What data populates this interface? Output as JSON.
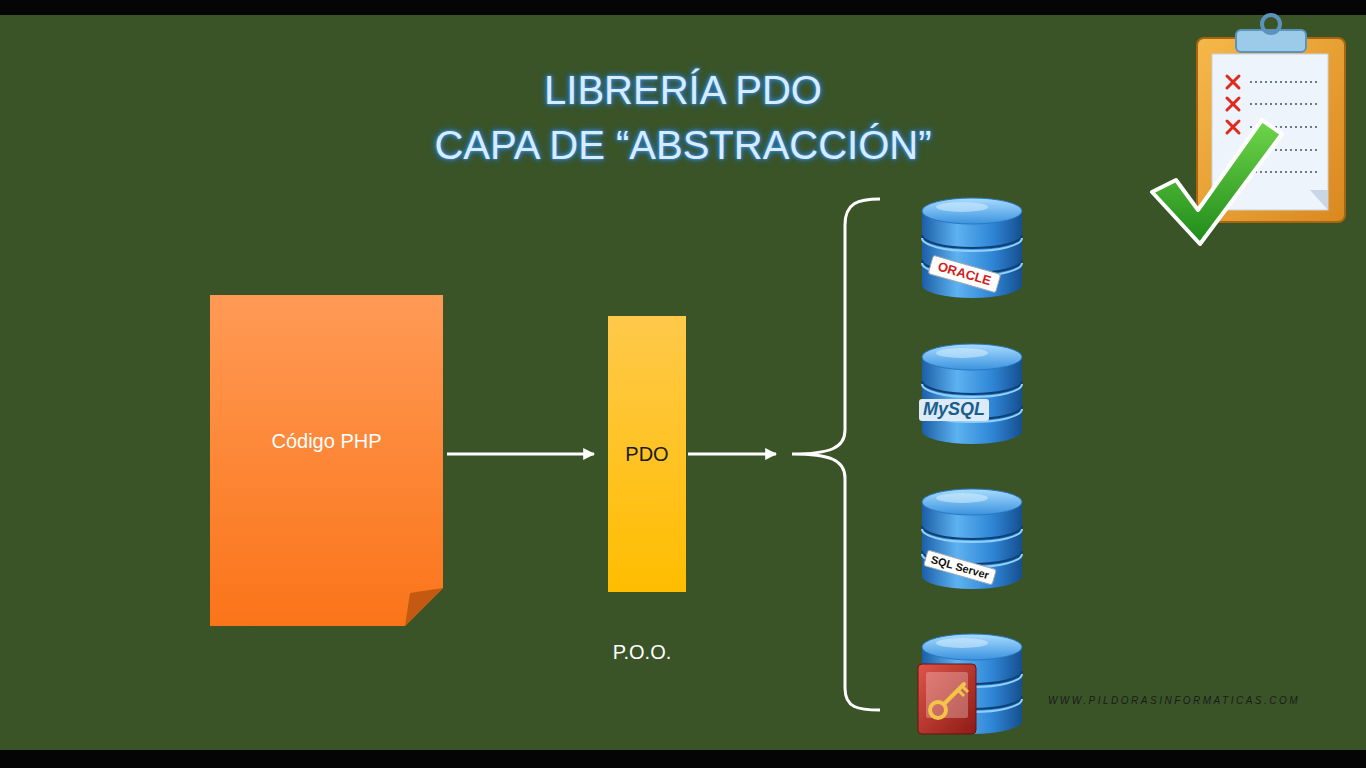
{
  "diagram": {
    "title": "LIBRERÍA PDO",
    "nodes": [
      {
        "text": [
          "Código PHP"
        ]
      },
      {
        "text": [
          "PDO"
        ]
      }
    ],
    "edges": [
      {
        "from": 0,
        "to": 1,
        "arrow": "to"
      }
    ],
    "labels": [
      "CAPA DE “ABSTRACCIÓN”",
      "P.O.O.",
      "ORACLE",
      "MySQL",
      "SQL Server",
      "WWW.PILDORASINFORMATICAS.COM"
    ]
  }
}
